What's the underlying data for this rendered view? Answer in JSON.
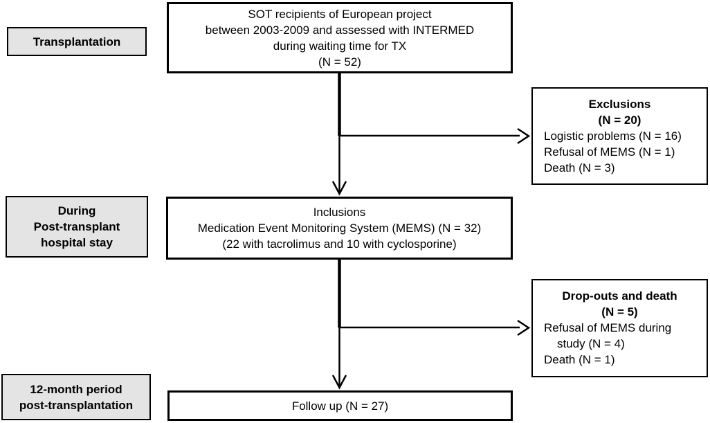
{
  "diagram": {
    "stage_labels": [
      {
        "lines": [
          "Transplantation"
        ]
      },
      {
        "lines": [
          "During",
          "Post-transplant",
          "hospital stay"
        ]
      },
      {
        "lines": [
          "12-month period",
          "post-transplantation"
        ]
      }
    ],
    "flow_boxes": {
      "enrollment": {
        "lines": [
          "SOT recipients of European project",
          "between 2003-2009 and assessed with INTERMED",
          "during waiting time for TX",
          "(N = 52)"
        ]
      },
      "inclusions": {
        "lines": [
          "Inclusions",
          "Medication Event Monitoring System (MEMS) (N = 32)",
          "(22 with tacrolimus and 10 with cyclosporine)"
        ]
      },
      "follow_up": {
        "label": "Follow up (N = 27)"
      }
    },
    "side_boxes": {
      "exclusions": {
        "title": "Exclusions",
        "count": "(N = 20)",
        "items": [
          "Logistic problems (N = 16)",
          "Refusal of MEMS (N = 1)",
          "Death (N = 3)"
        ]
      },
      "dropouts": {
        "title": "Drop-outs and death",
        "count": "(N = 5)",
        "item_lines": [
          "Refusal of MEMS during",
          "study (N = 4)",
          "Death (N = 1)"
        ]
      }
    },
    "colors": {
      "stage_label_fill": "#e4e4e4",
      "box_fill": "#ffffff",
      "border": "#000000",
      "text": "#000000"
    }
  }
}
